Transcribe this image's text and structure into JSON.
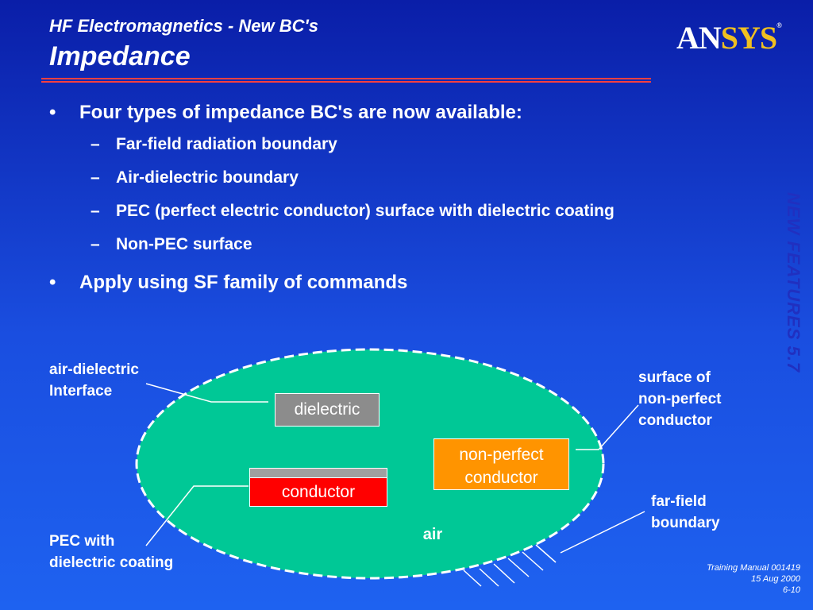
{
  "header": {
    "subtitle": "HF Electromagnetics - New BC's",
    "title": "Impedance"
  },
  "logo": {
    "part1": "AN",
    "part2": "SYS",
    "mark": "®"
  },
  "side_label": "NEW FEATURES 5.7",
  "bullets": [
    {
      "text": "Four types of impedance BC's are now available:",
      "sub": [
        "Far-field radiation boundary",
        "Air-dielectric boundary",
        "PEC (perfect electric conductor) surface with dielectric coating",
        "Non-PEC surface"
      ]
    },
    {
      "text": "Apply using SF family of commands",
      "sub": []
    }
  ],
  "diagram": {
    "labels": {
      "air_dielectric_1": "air-dielectric",
      "air_dielectric_2": "Interface",
      "surface_1": "surface of",
      "surface_2": "non-perfect",
      "surface_3": "conductor",
      "far_field_1": "far-field",
      "far_field_2": "boundary",
      "pec_1": "PEC with",
      "pec_2": "dielectric coating"
    },
    "boxes": {
      "dielectric": "dielectric",
      "non_perfect_1": "non-perfect",
      "non_perfect_2": "conductor",
      "conductor": "conductor",
      "air": "air"
    },
    "colors": {
      "ellipse": "#00c896",
      "dielectric_box": "#8c8c8c",
      "non_perfect_box": "#ff9400",
      "conductor_box": "#ff0000",
      "coating": "#a0a0a0",
      "accent_rule": "#ff4040"
    }
  },
  "footer": {
    "line1": "Training Manual 001419",
    "line2": "15 Aug 2000",
    "line3": "6-10"
  }
}
